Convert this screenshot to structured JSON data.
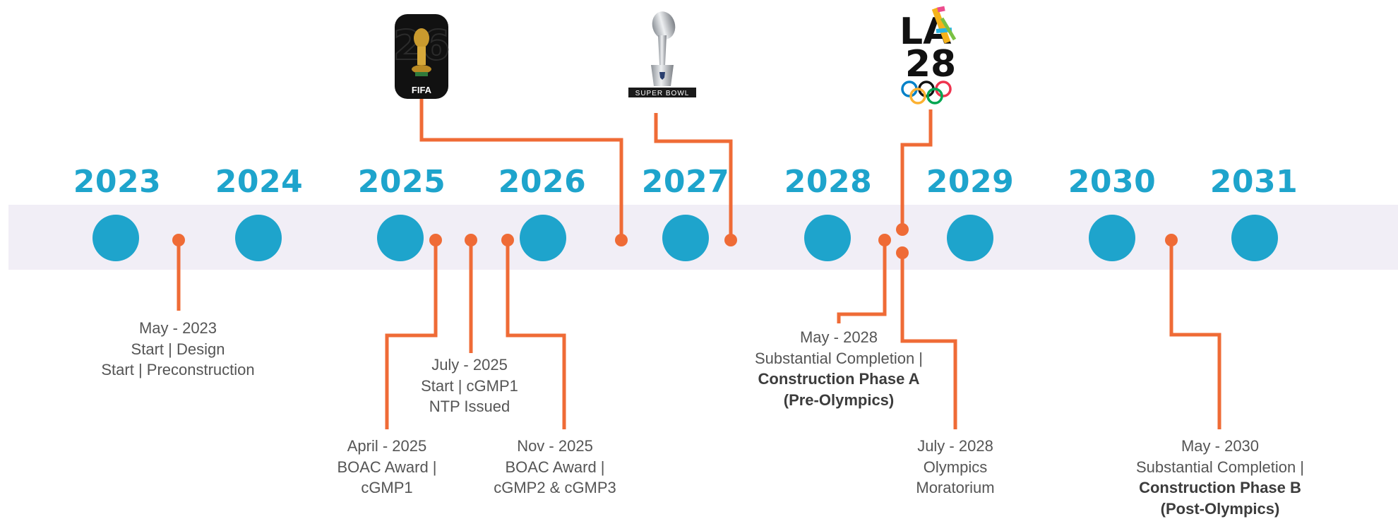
{
  "years": [
    "2023",
    "2024",
    "2025",
    "2026",
    "2027",
    "2028",
    "2029",
    "2030",
    "2031"
  ],
  "milestones": [
    {
      "date": "May - 2023",
      "lines": [
        "Start | Design",
        "Start | Preconstruction"
      ],
      "bold": []
    },
    {
      "date": "April - 2025",
      "lines": [
        "BOAC Award |",
        "cGMP1"
      ],
      "bold": []
    },
    {
      "date": "July - 2025",
      "lines": [
        "Start | cGMP1",
        "NTP Issued"
      ],
      "bold": []
    },
    {
      "date": "Nov - 2025",
      "lines": [
        "BOAC Award |",
        "cGMP2 & cGMP3"
      ],
      "bold": []
    },
    {
      "date": "May - 2028",
      "lines": [
        "Substantial Completion |"
      ],
      "bold": [
        "Construction Phase A",
        "(Pre-Olympics)"
      ]
    },
    {
      "date": "July - 2028",
      "lines": [
        "Olympics",
        "Moratorium"
      ],
      "bold": []
    },
    {
      "date": "May - 2030",
      "lines": [
        "Substantial Completion |"
      ],
      "bold": [
        "Construction Phase B",
        "(Post-Olympics)"
      ]
    }
  ],
  "events": {
    "fifa": {
      "logo_text": "FIFA",
      "numerals": "26"
    },
    "super_bowl": {
      "logo_text": "SUPER BOWL"
    },
    "la28": {
      "logo_text_top": "LA",
      "logo_text_bottom": "28"
    }
  },
  "colors": {
    "accent": "#1ea4cc",
    "connector": "#ef6b36",
    "band": "#f1eef6",
    "text": "#555555"
  }
}
